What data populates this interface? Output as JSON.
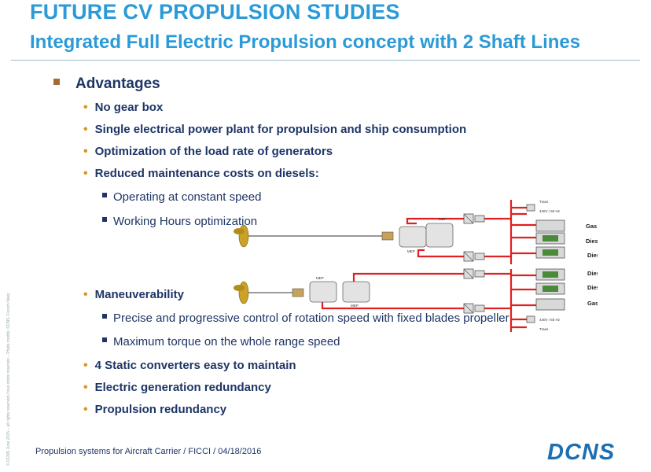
{
  "slide": {
    "title": "FUTURE CV PROPULSION STUDIES",
    "subtitle": "Integrated Full Electric Propulsion concept with 2 Shaft Lines",
    "heading": "Advantages",
    "bullets_top": [
      "No gear box",
      "Single electrical power plant for propulsion and ship consumption",
      "Optimization of the load rate of generators",
      "Reduced maintenance costs on diesels:"
    ],
    "sub_top": [
      "Operating at constant speed",
      "Working Hours optimization"
    ],
    "bullet_maneuver": "Maneuverability",
    "sub_maneuver": [
      "Precise and progressive control of rotation speed with fixed blades propeller",
      "Maximum torque on the whole range speed"
    ],
    "bullets_bottom": [
      "4 Static converters easy to maintain",
      "Electric generation redundancy",
      "Propulsion redundancy"
    ],
    "footer": "Propulsion systems for Aircraft Carrier / FICCI / 04/18/2016",
    "logo_text": "DCNS",
    "side_note": "© DCNS June 2015 – all rights reserved / tous droits réservés – Photo credits: DCNS, French Navy"
  },
  "diagram": {
    "mep_labels": [
      "MEP",
      "MEP",
      "MEP",
      "MEP"
    ],
    "generators": [
      "Gas turbine",
      "Diesel Generator",
      "Diesel Generator",
      "Diesel Generator",
      "Diesel Generator",
      "Gas turbine"
    ],
    "bus_labels": [
      "Trans",
      "440V / 60 Hz",
      "440V / 60 Hz",
      "Trans"
    ]
  },
  "colors": {
    "title": "#2a9ad8",
    "text": "#1e3566",
    "bullet": "#d59a1d",
    "bus": "#e02020"
  }
}
